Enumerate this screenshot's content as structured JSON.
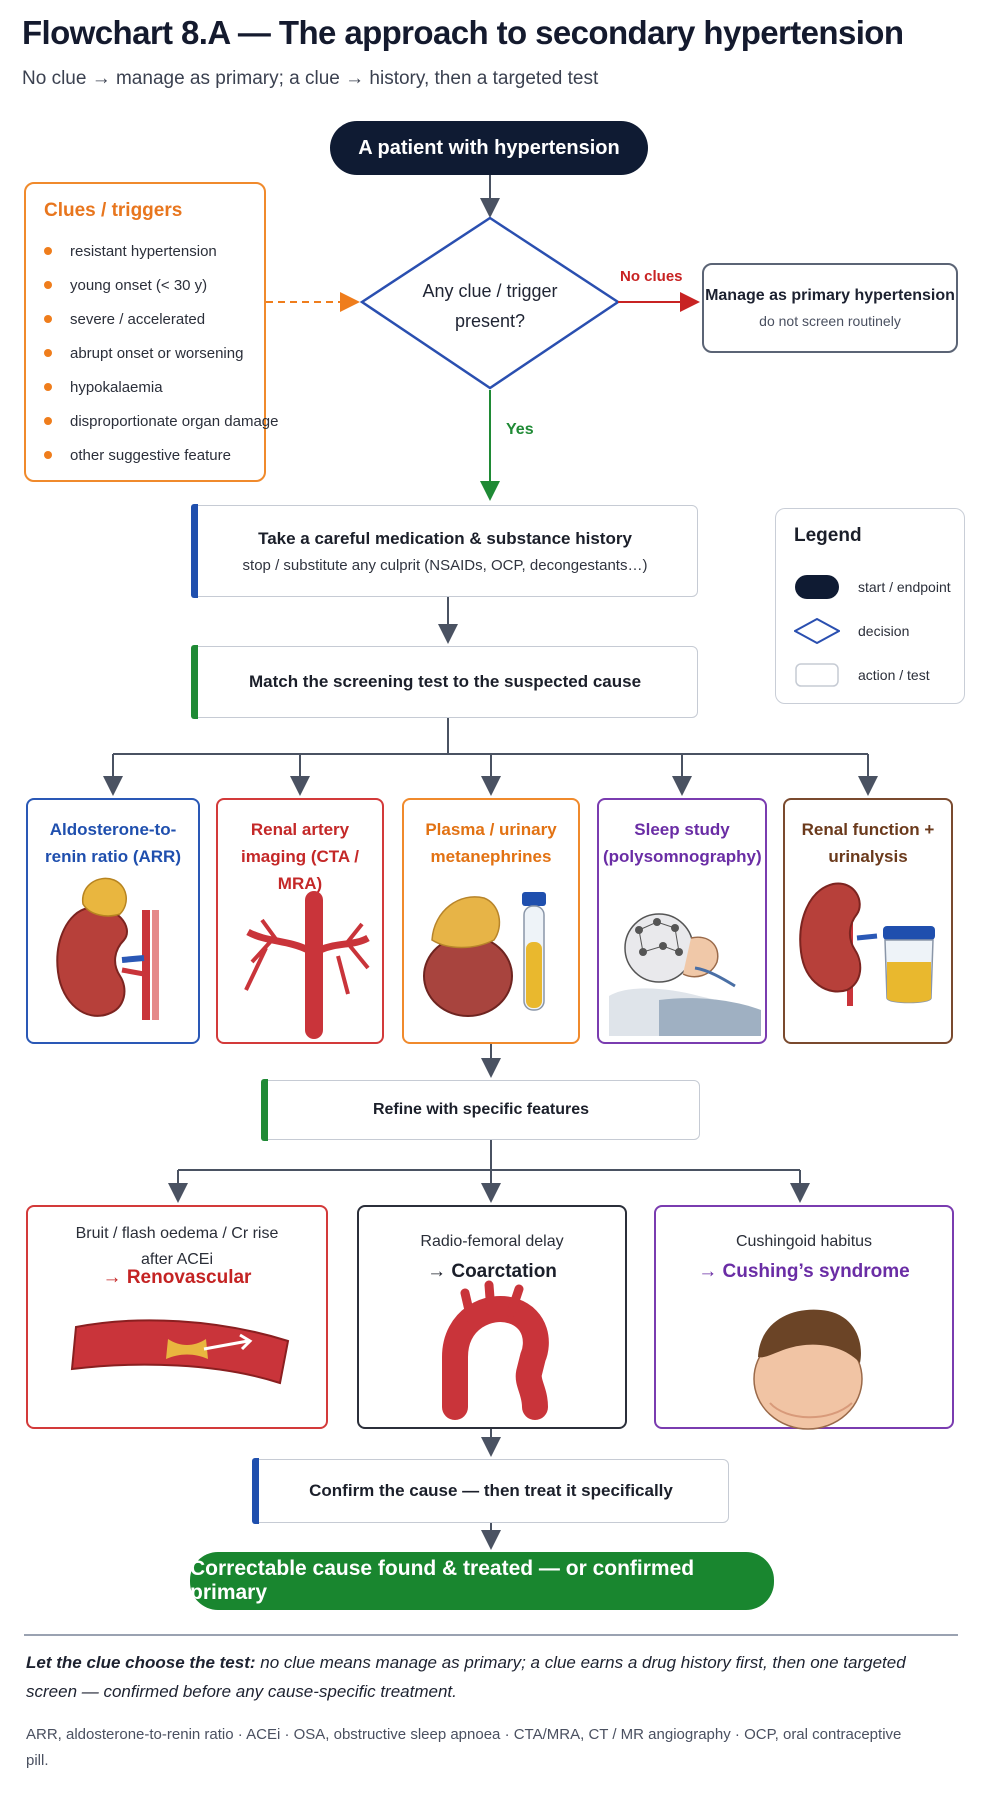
{
  "header": {
    "title": "Flowchart 8.A — The approach to secondary hypertension",
    "subtitle": "No clue → manage as primary; a clue → history, then a targeted test"
  },
  "start": "A patient with hypertension",
  "clues": {
    "title": "Clues / triggers",
    "items": [
      "resistant hypertension",
      "young onset (< 30 y)",
      "severe / accelerated",
      "abrupt onset or worsening",
      "hypokalaemia",
      "disproportionate organ damage",
      "other suggestive feature"
    ]
  },
  "decision": {
    "line1": "Any clue / trigger",
    "line2": "present?"
  },
  "edges": {
    "no": "No clues",
    "yes": "Yes"
  },
  "manage": {
    "title": "Manage as primary hypertension",
    "sub": "do not screen routinely"
  },
  "history": {
    "title": "Take a careful medication & substance history",
    "sub": "stop / substitute any culprit (NSAIDs, OCP, decongestants…)"
  },
  "legend": {
    "title": "Legend",
    "items": [
      "start / endpoint",
      "decision",
      "action / test"
    ]
  },
  "match": {
    "title": "Match the screening test to the suspected cause"
  },
  "tests": [
    {
      "title": "Aldosterone-to-renin ratio (ARR)",
      "color": "#1f4fae"
    },
    {
      "title": "Renal artery imaging (CTA / MRA)",
      "color": "#c42828"
    },
    {
      "title": "Plasma / urinary metanephrines",
      "color": "#e27213"
    },
    {
      "title": "Sleep study (polysomnography)",
      "color": "#6a2da5"
    },
    {
      "title": "Renal function + urinalysis",
      "color": "#6b3a1c"
    }
  ],
  "refine": {
    "title": "Refine with specific features"
  },
  "features": [
    {
      "desc": "Bruit / flash oedema / Cr rise after ACEi",
      "outcome": "→ Renovascular",
      "color": "#c42323"
    },
    {
      "desc": "Radio-femoral delay",
      "outcome": "→ Coarctation",
      "color": "#1b1f2a"
    },
    {
      "desc": "Cushingoid habitus",
      "outcome": "→ Cushing’s syndrome",
      "color": "#6a2da5"
    }
  ],
  "confirm": {
    "title": "Confirm the cause — then treat it specifically"
  },
  "end": "Correctable cause found & treated — or confirmed primary",
  "footer": {
    "lead": "Let the clue choose the test:",
    "rest": " no clue means manage as primary; a clue earns a drug history first, then one targeted screen — confirmed before any cause-specific treatment.",
    "abbreviations": "ARR, aldosterone-to-renin ratio · ACEi · OSA, obstructive sleep apnoea · CTA/MRA, CT / MR angiography · OCP, oral contraceptive pill."
  },
  "colors": {
    "navy": "#0f1b33",
    "orange": "#f08a2c",
    "decision": "#2a4fb0",
    "no": "#c82323",
    "yes": "#1f8a35",
    "history_bar": "#1f4fae",
    "match_bar": "#1f8a35",
    "end": "#19862f"
  }
}
